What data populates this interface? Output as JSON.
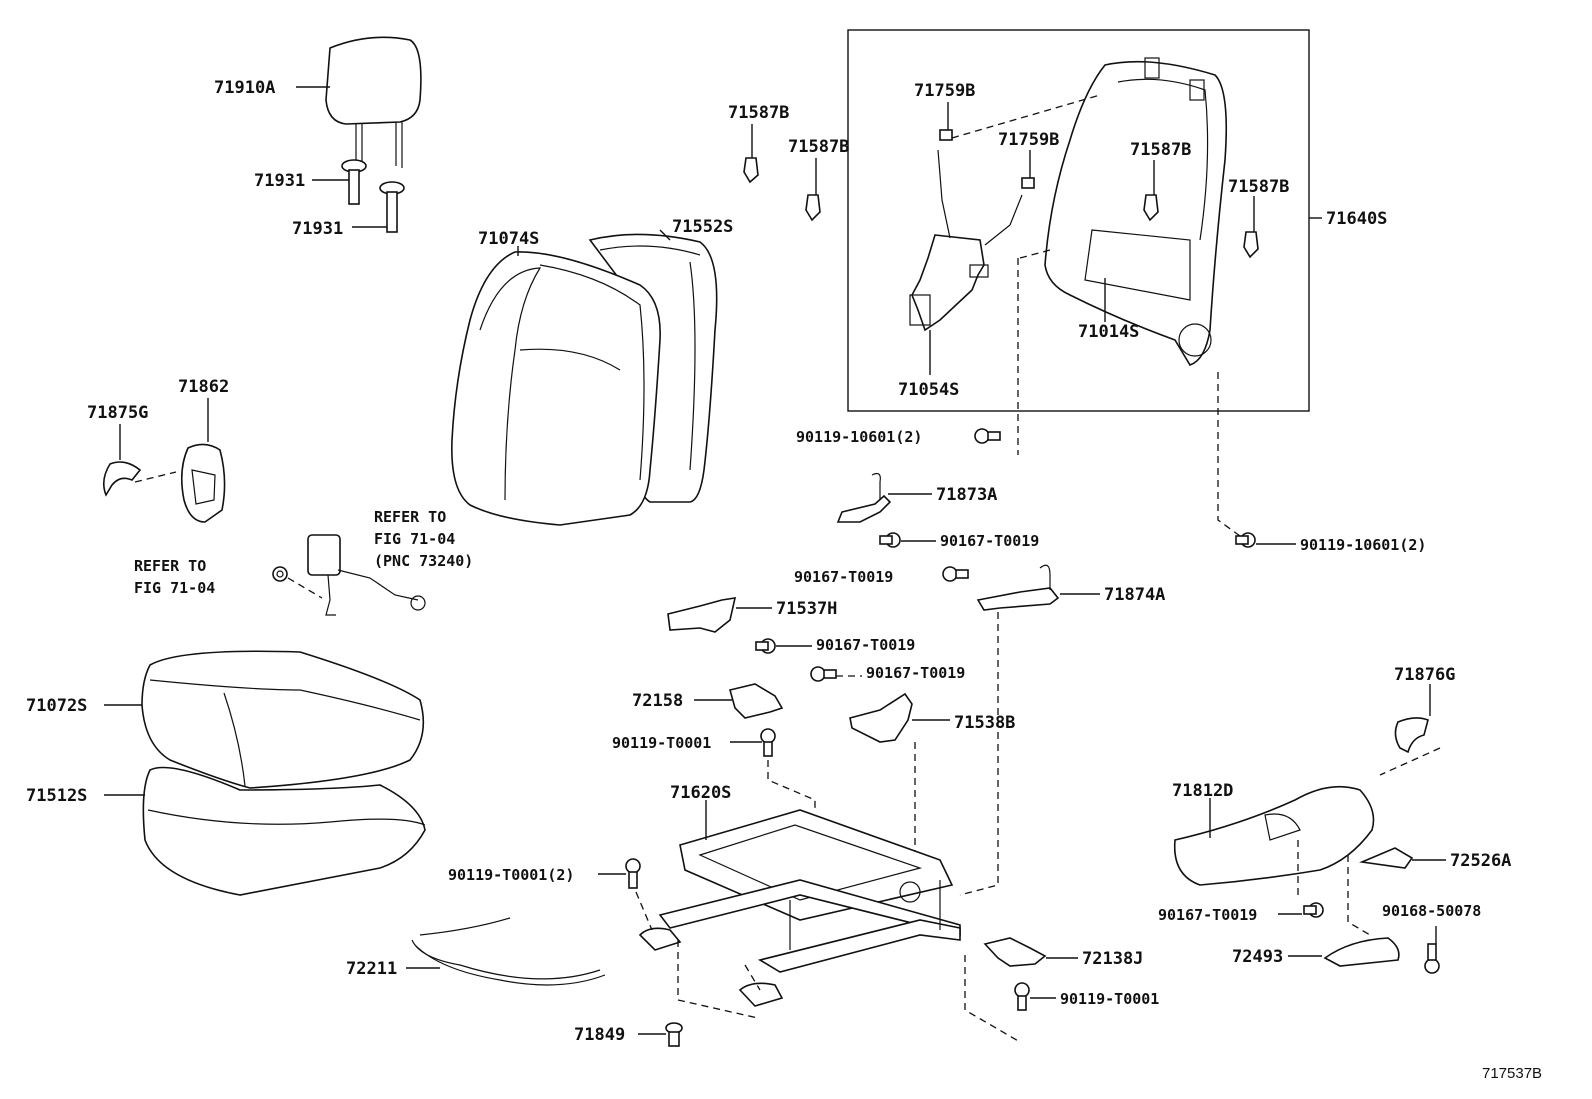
{
  "figure_number": "717537B",
  "parts": {
    "p71910A": "71910A",
    "p71931a": "71931",
    "p71931b": "71931",
    "p71074S": "71074S",
    "p71552S": "71552S",
    "p71587B_1": "71587B",
    "p71587B_2": "71587B",
    "p71587B_3": "71587B",
    "p71587B_4": "71587B",
    "p71759B_1": "71759B",
    "p71759B_2": "71759B",
    "p71640S": "71640S",
    "p71014S": "71014S",
    "p71054S": "71054S",
    "p71875G": "71875G",
    "p71862": "71862",
    "p90119_10601_a": "90119-10601(2)",
    "p90119_10601_b": "90119-10601(2)",
    "p71873A": "71873A",
    "p90167_T0019_a": "90167-T0019",
    "p90167_T0019_b": "90167-T0019",
    "p90167_T0019_c": "90167-T0019",
    "p90167_T0019_d": "90167-T0019",
    "p90167_T0019_e": "90167-T0019",
    "p71874A": "71874A",
    "p71537H": "71537H",
    "p72158": "72158",
    "p71538B": "71538B",
    "p90119_T0001_a": "90119-T0001",
    "p90119_T0001_b": "90119-T0001(2)",
    "p90119_T0001_c": "90119-T0001",
    "p71072S": "71072S",
    "p71512S": "71512S",
    "p71620S": "71620S",
    "p72211": "72211",
    "p71849": "71849",
    "p72138J": "72138J",
    "p71876G": "71876G",
    "p71812D": "71812D",
    "p72526A": "72526A",
    "p90168_50078": "90168-50078",
    "p72493": "72493"
  },
  "references": {
    "ref1_line1": "REFER TO",
    "ref1_line2": "FIG 71-04",
    "ref1_line3": "(PNC 73240)",
    "ref2_line1": "REFER TO",
    "ref2_line2": "FIG 71-04"
  }
}
